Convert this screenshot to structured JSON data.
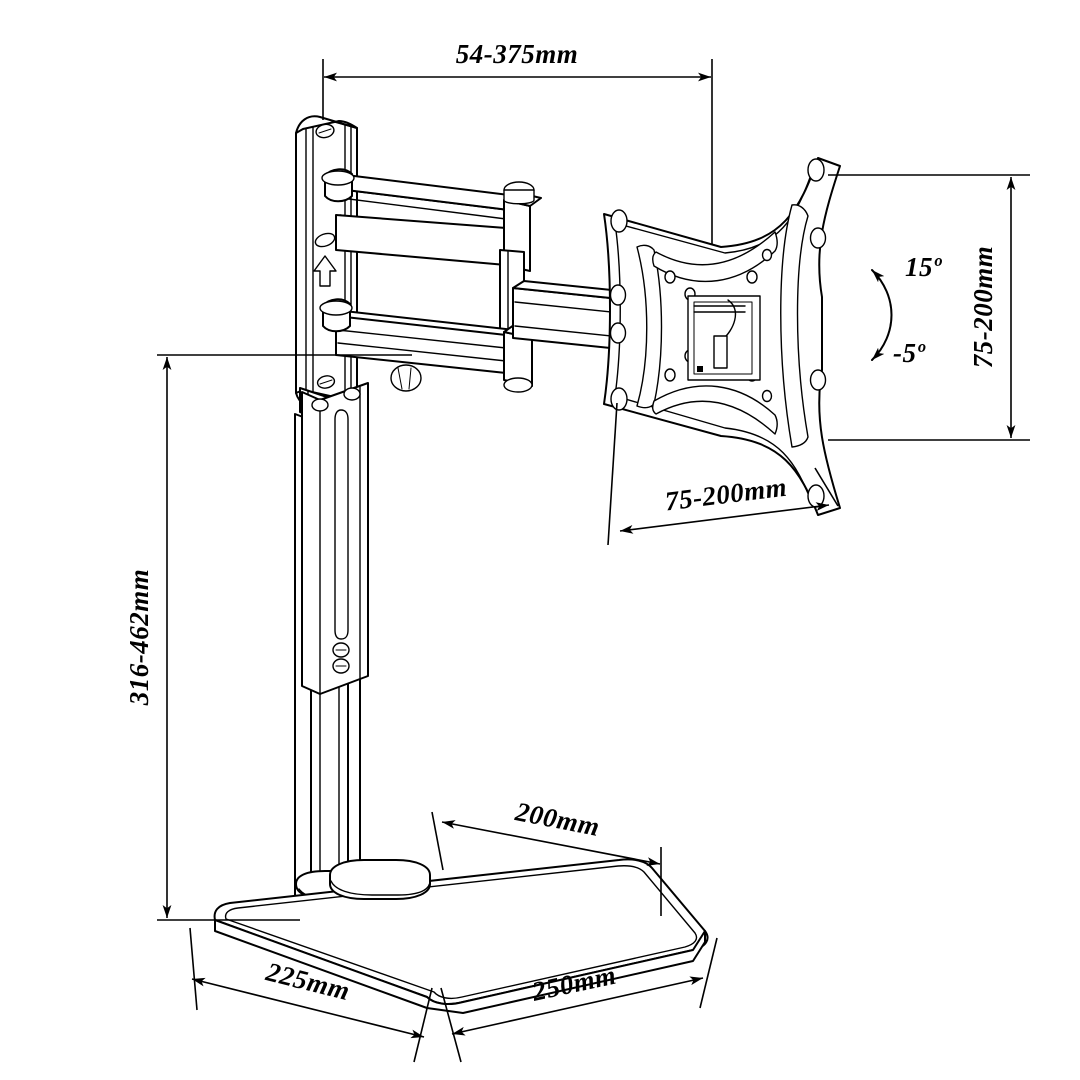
{
  "document": {
    "type": "technical-drawing",
    "subject": "Monitor desk stand with full-motion articulating arm",
    "projection": "isometric line drawing",
    "line_color": "#000000",
    "background_color": "#ffffff"
  },
  "dimensions": {
    "arm_extension": {
      "label": "54-375mm",
      "description": "horizontal arm extension range, top dimension"
    },
    "vesa_vertical": {
      "label": "75-200mm",
      "description": "VESA vertical hole pattern range, right side"
    },
    "vesa_horizontal": {
      "label": "75-200mm",
      "description": "VESA horizontal hole pattern range, below plate"
    },
    "height_range": {
      "label": "316-462mm",
      "description": "overall height adjustment range, left side"
    },
    "base_depth": {
      "label": "200mm",
      "description": "base plate depth, upper right of base"
    },
    "base_left": {
      "label": "225mm",
      "description": "base plate left edge width"
    },
    "base_right": {
      "label": "250mm",
      "description": "base plate right edge width"
    }
  },
  "angles": {
    "tilt_up": {
      "label": "15º",
      "description": "maximum upward tilt"
    },
    "tilt_down": {
      "label": "-5º",
      "description": "maximum downward tilt"
    }
  },
  "annotations": {
    "orientation_arrow": "up-arrow orientation marker on wall bracket"
  }
}
